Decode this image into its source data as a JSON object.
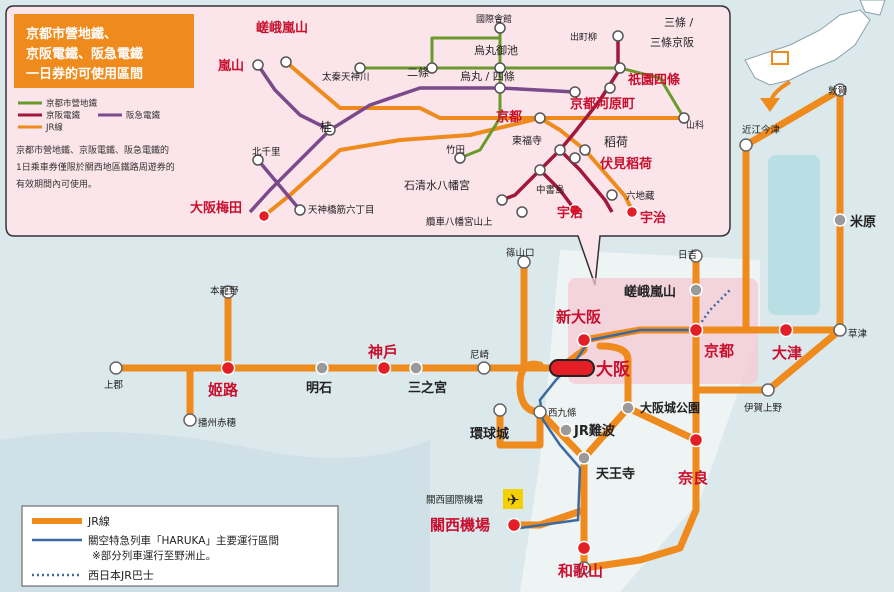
{
  "title_box": {
    "title_line1": "京都市營地鐵、",
    "title_line2": "京阪電鐵、阪急電鐵",
    "title_line3": "一日券的可使用區間",
    "legend_subway": "京都市營地鐵",
    "legend_keihan": "京阪電鐵",
    "legend_hankyu": "阪急電鐵",
    "legend_jr": "JR線",
    "note_line1": "京都市營地鐵、京阪電鐵、阪急電鐵的",
    "note_line2": "1日乘車券僅限於關西地區鐵路周遊券的",
    "note_line3": "有效期間內可使用。"
  },
  "inset_stations": {
    "saga_arashiyama": "嵯峨嵐山",
    "arashiyama": "嵐山",
    "uzumasa": "太秦天神川",
    "nijo": "二條",
    "kokusai": "國際會館",
    "karasuma_oike": "烏丸御池",
    "karasuma_shijo": "烏丸 / 四條",
    "demachiyanagi": "出町柳",
    "sanjo": "三條 /",
    "sanjo_keihan": "三條京阪",
    "gion_shijo": "祇園四條",
    "kawaramachi": "京都河原町",
    "kyoto": "京都",
    "yamashina": "山科",
    "katsura": "桂",
    "tofukuji": "東福寺",
    "inari": "稻荷",
    "fushimi_inari": "伏見稻荷",
    "takeda": "竹田",
    "kitasenri": "北千里",
    "iwashimizu": "石清水八幡宮",
    "chushojima": "中書島",
    "rokujizo": "六地藏",
    "uji_k": "宇治",
    "uji_jr": "宇治",
    "osaka_umeda": "大阪梅田",
    "tenjinbashi": "天神橋筋六丁目",
    "iwashimizu_cable": "纜車八幡宮山上"
  },
  "main_stations": {
    "honryuno": "本龍野",
    "kamigori": "上郡",
    "himeji": "姬路",
    "harima_ako": "播州赤穗",
    "akashi": "明石",
    "kobe": "神戶",
    "sannomiya": "三之宮",
    "amagasaki": "尼崎",
    "sasayamaguchi": "篠山口",
    "shin_osaka": "新大阪",
    "osaka": "大阪",
    "nishikujo": "西九條",
    "universal": "環球城",
    "jr_namba": "JR難波",
    "osakajo": "大阪城公園",
    "tennoji": "天王寺",
    "kansai_airport_en": "關西國際機場",
    "kansai_airport": "關西機場",
    "wakayama": "和歌山",
    "nara": "奈良",
    "saga_arashiyama": "嵯峨嵐山",
    "hiyoshi": "日吉",
    "kyoto": "京都",
    "otsu": "大津",
    "kusatsu": "草津",
    "iga_ueno": "伊賀上野",
    "maibara": "米原",
    "omi_imazu": "近江今津",
    "tsuruga": "敦賀"
  },
  "bottom_legend": {
    "jr": "JR線",
    "haruka_line1": "關空特急列車「HARUKA」主要運行區間",
    "haruka_line2": "※部分列車運行至野洲止。",
    "bus": "西日本JR巴士"
  },
  "colors": {
    "jr_orange": "#ef8a1c",
    "subway_green": "#6a9a2a",
    "keihan_red": "#a0183a",
    "hankyu_purple": "#7a4a8a",
    "station_red": "#e41e26",
    "haruka_blue": "#3c6aa0",
    "inset_pink": "#fbe4ea",
    "title_orange": "#ef8a1c",
    "sea": "#dbe8ec",
    "land": "#ffffff",
    "lake": "#b8dfe3"
  },
  "icons": [
    "airplane-icon",
    "japan-map-icon",
    "arrow-icon"
  ]
}
